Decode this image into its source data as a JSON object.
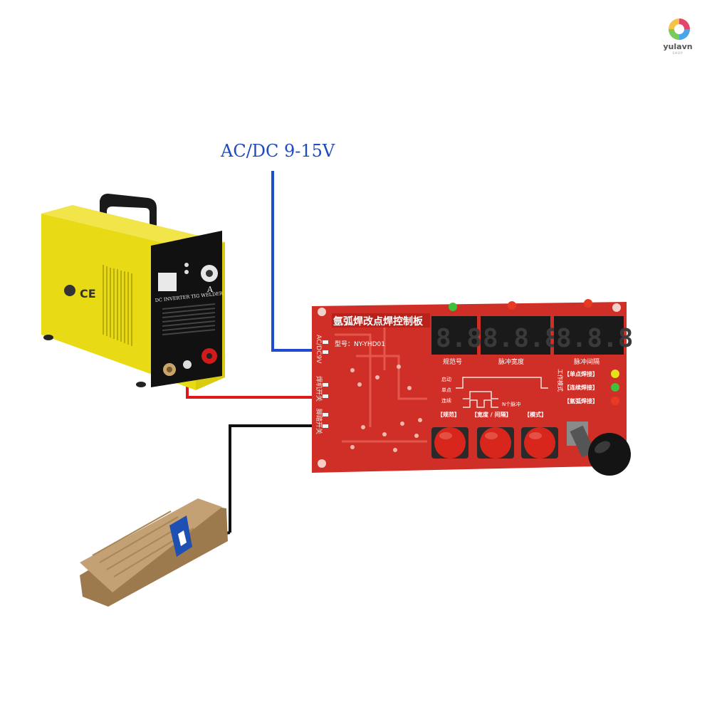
{
  "watermark": {
    "brand": "yulavn",
    "subtitle": "SHOP"
  },
  "power": {
    "label": "AC/DC 9-15V"
  },
  "welder": {
    "panel_label": "DC INVERTER TIG WELDER",
    "dial_unit": "A",
    "ce_mark": "CE",
    "body_color": "#ecdf1a"
  },
  "board": {
    "title": "氩弧焊改点焊控制板",
    "model": "型号：NY-YHD01",
    "display_1": "8.8",
    "display_2": "8.8.8",
    "display_3": "8.8.8",
    "display_labels": [
      "规范号",
      "脉冲宽度",
      "脉冲间隔"
    ],
    "left_terminals": [
      "AC/DC9V",
      "焊机开关",
      "脚踏开关"
    ],
    "mode_side_label": "工作模式",
    "mode_labels": [
      "【单点焊接】",
      "【连续焊接】",
      "【氩弧焊接】"
    ],
    "waveform_labels": [
      "启动",
      "单点",
      "连续"
    ],
    "pulse_note": "N个脉冲",
    "button_labels": [
      "【规范】",
      "【宽度 / 间隔】",
      "【模式】"
    ],
    "color": "#cf2f27",
    "led_red": "#e83a22",
    "led_green": "#3fbf3a",
    "led_yellow": "#e8e21a"
  },
  "wires": {
    "power_color": "#1f4bd1",
    "welder_color": "#e01818",
    "pedal_color": "#111111"
  },
  "pedal": {
    "body_color": "#b99669"
  }
}
